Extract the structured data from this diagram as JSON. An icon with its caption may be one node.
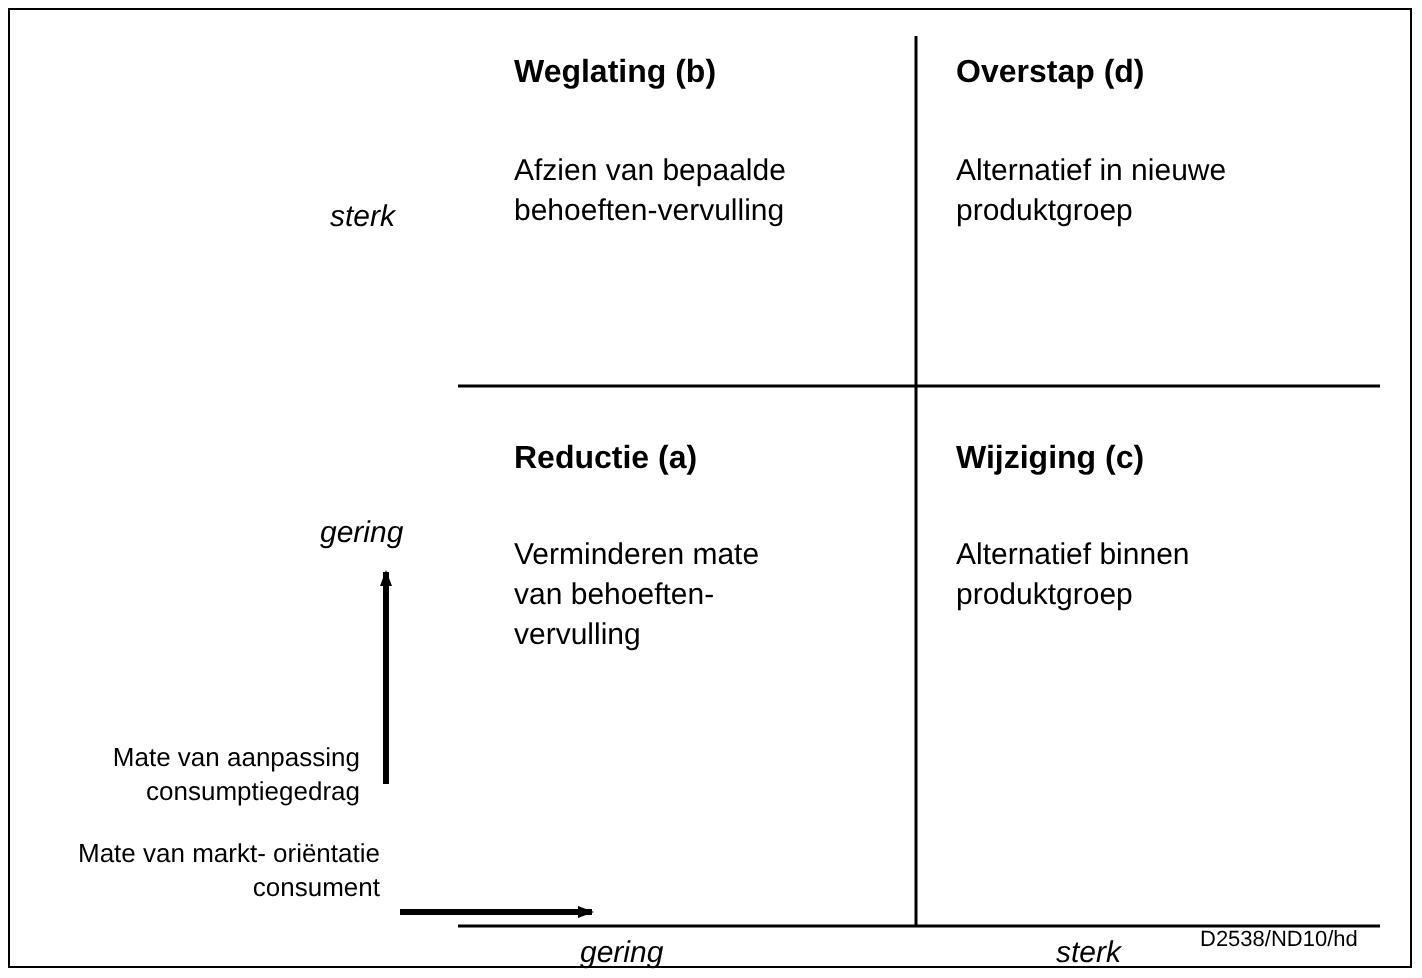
{
  "diagram": {
    "nodes": [
      {
        "text": [
          "Weglating (b)",
          "Afzien van bepaalde behoeften-vervulling"
        ]
      },
      {
        "text": [
          "Overstap (d)",
          "Alternatief in nieuwe produktgroep"
        ]
      },
      {
        "text": [
          "Reductie (a)",
          "Verminderen mate van behoeften-vervulling"
        ]
      },
      {
        "text": [
          "Wijziging (c)",
          "Alternatief binnen produktgroep"
        ]
      }
    ],
    "edges": [],
    "labels": [
      "sterk",
      "gering",
      "Mate van aanpassing consumptiegedrag",
      "gering",
      "sterk",
      "Mate van markt- oriëntatie consument",
      "D2538/ND10/hd"
    ]
  }
}
